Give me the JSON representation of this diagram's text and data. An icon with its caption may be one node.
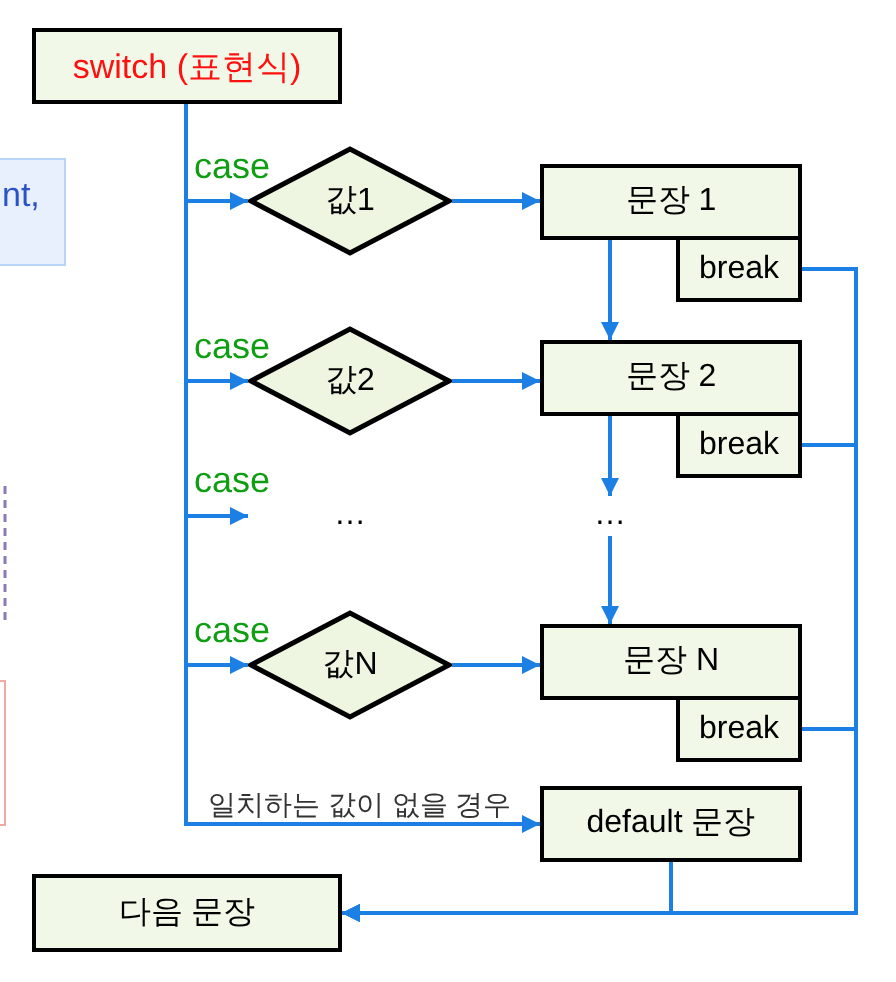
{
  "diagram": {
    "nodes": [
      {
        "text": [
          "switch (표현식)"
        ]
      },
      {
        "text": [
          "nt,"
        ]
      },
      {
        "text": [
          "값1"
        ]
      },
      {
        "text": [
          "문장 1"
        ]
      },
      {
        "text": [
          "break"
        ]
      },
      {
        "text": [
          "값2"
        ]
      },
      {
        "text": [
          "문장 2"
        ]
      },
      {
        "text": [
          "break"
        ]
      },
      {
        "text": [
          "…"
        ]
      },
      {
        "text": [
          "…"
        ]
      },
      {
        "text": [
          "값N"
        ]
      },
      {
        "text": [
          "문장 N"
        ]
      },
      {
        "text": [
          "break"
        ]
      },
      {
        "text": [
          "default 문장"
        ]
      },
      {
        "text": [
          "다음 문장"
        ]
      }
    ],
    "edges": [
      {
        "from": 0,
        "to": 2,
        "arrow": "to",
        "label": "case"
      },
      {
        "from": 0,
        "to": 5,
        "arrow": "to",
        "label": "case"
      },
      {
        "from": 0,
        "to": 8,
        "arrow": "to",
        "label": "case"
      },
      {
        "from": 0,
        "to": 10,
        "arrow": "to",
        "label": "case"
      },
      {
        "from": 0,
        "to": 13,
        "arrow": "to",
        "label": "일치하는 값이 없을 경우"
      },
      {
        "from": 2,
        "to": 3,
        "arrow": "to"
      },
      {
        "from": 5,
        "to": 6,
        "arrow": "to"
      },
      {
        "from": 10,
        "to": 11,
        "arrow": "to"
      },
      {
        "from": 3,
        "to": 6,
        "arrow": "to"
      },
      {
        "from": 6,
        "to": 9,
        "arrow": "to"
      },
      {
        "from": 9,
        "to": 11,
        "arrow": "to"
      },
      {
        "from": 4,
        "to": 14,
        "arrow": "to"
      },
      {
        "from": 7,
        "to": 14,
        "arrow": "to"
      },
      {
        "from": 12,
        "to": 14,
        "arrow": "to"
      },
      {
        "from": 13,
        "to": 14,
        "arrow": "to"
      }
    ]
  }
}
